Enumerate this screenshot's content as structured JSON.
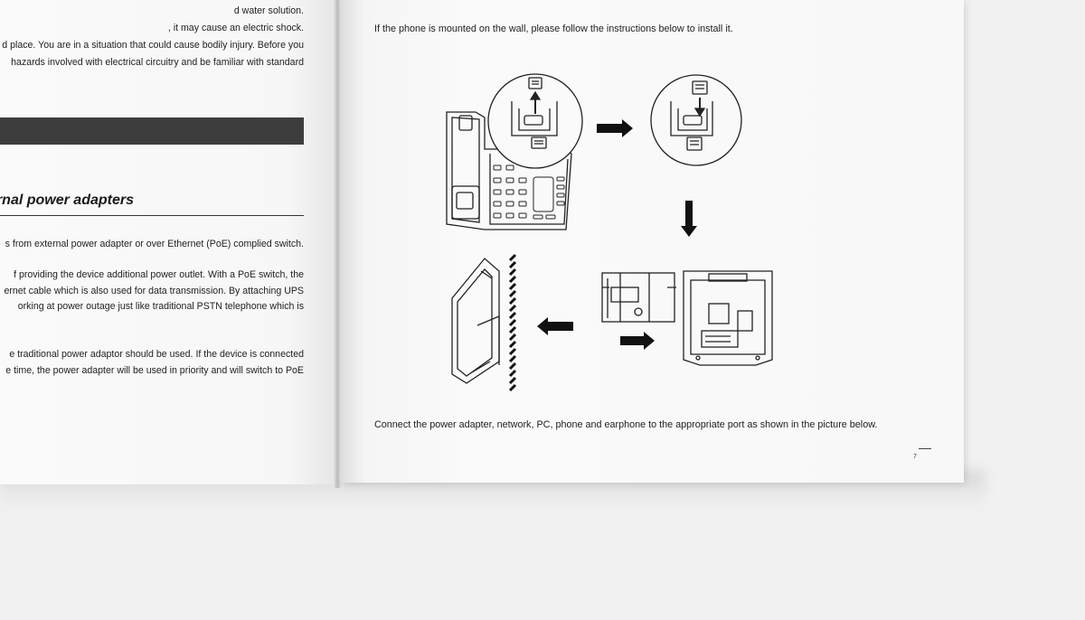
{
  "left_page": {
    "lines": [
      "d water solution.",
      ", it may cause an electric shock.",
      "d place. You are in a situation that could cause bodily injury. Before you",
      "hazards involved with electrical circuitry and be familiar with standard"
    ],
    "section_heading": "rnal power adapters",
    "paragraph_1": "s from external power adapter or over Ethernet (PoE) complied switch.",
    "paragraph_2": [
      "f providing the device additional power outlet. With a PoE switch, the",
      "ernet cable which is also used for data transmission. By attaching UPS",
      "orking at power outage just like traditional PSTN telephone which is"
    ],
    "paragraph_3": [
      "e traditional power adaptor should be used. If the device is connected",
      "e time, the power adapter will be used in priority and will switch to PoE"
    ]
  },
  "right_page": {
    "intro_text": "If the phone is mounted on the wall, please follow the instructions below to install it.",
    "connect_text": "Connect the power adapter, network, PC, phone and earphone to the appropriate port as shown in the picture below.",
    "page_number": "7"
  },
  "colors": {
    "paper": "#fafafa",
    "ink": "#222222",
    "dark_bar": "#3d3d3d"
  }
}
